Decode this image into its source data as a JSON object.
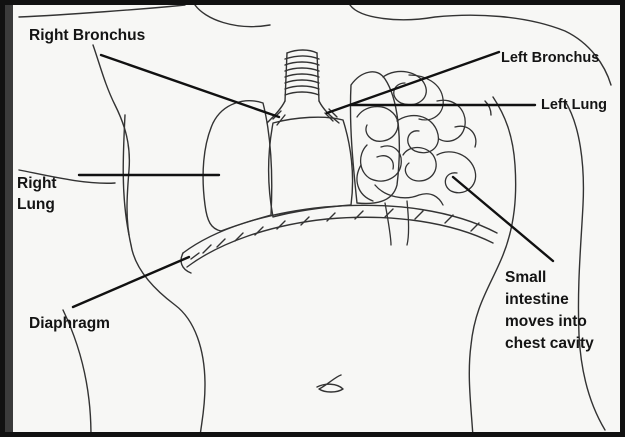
{
  "labels": {
    "right_bronchus": "Right Bronchus",
    "left_bronchus": "Left Bronchus",
    "left_lung": "Left Lung",
    "right_lung_line1": "Right",
    "right_lung_line2": "Lung",
    "diaphragm": "Diaphragm",
    "intestine_line1": "Small",
    "intestine_line2": "intestine",
    "intestine_line3": "moves into",
    "intestine_line4": "chest cavity"
  }
}
